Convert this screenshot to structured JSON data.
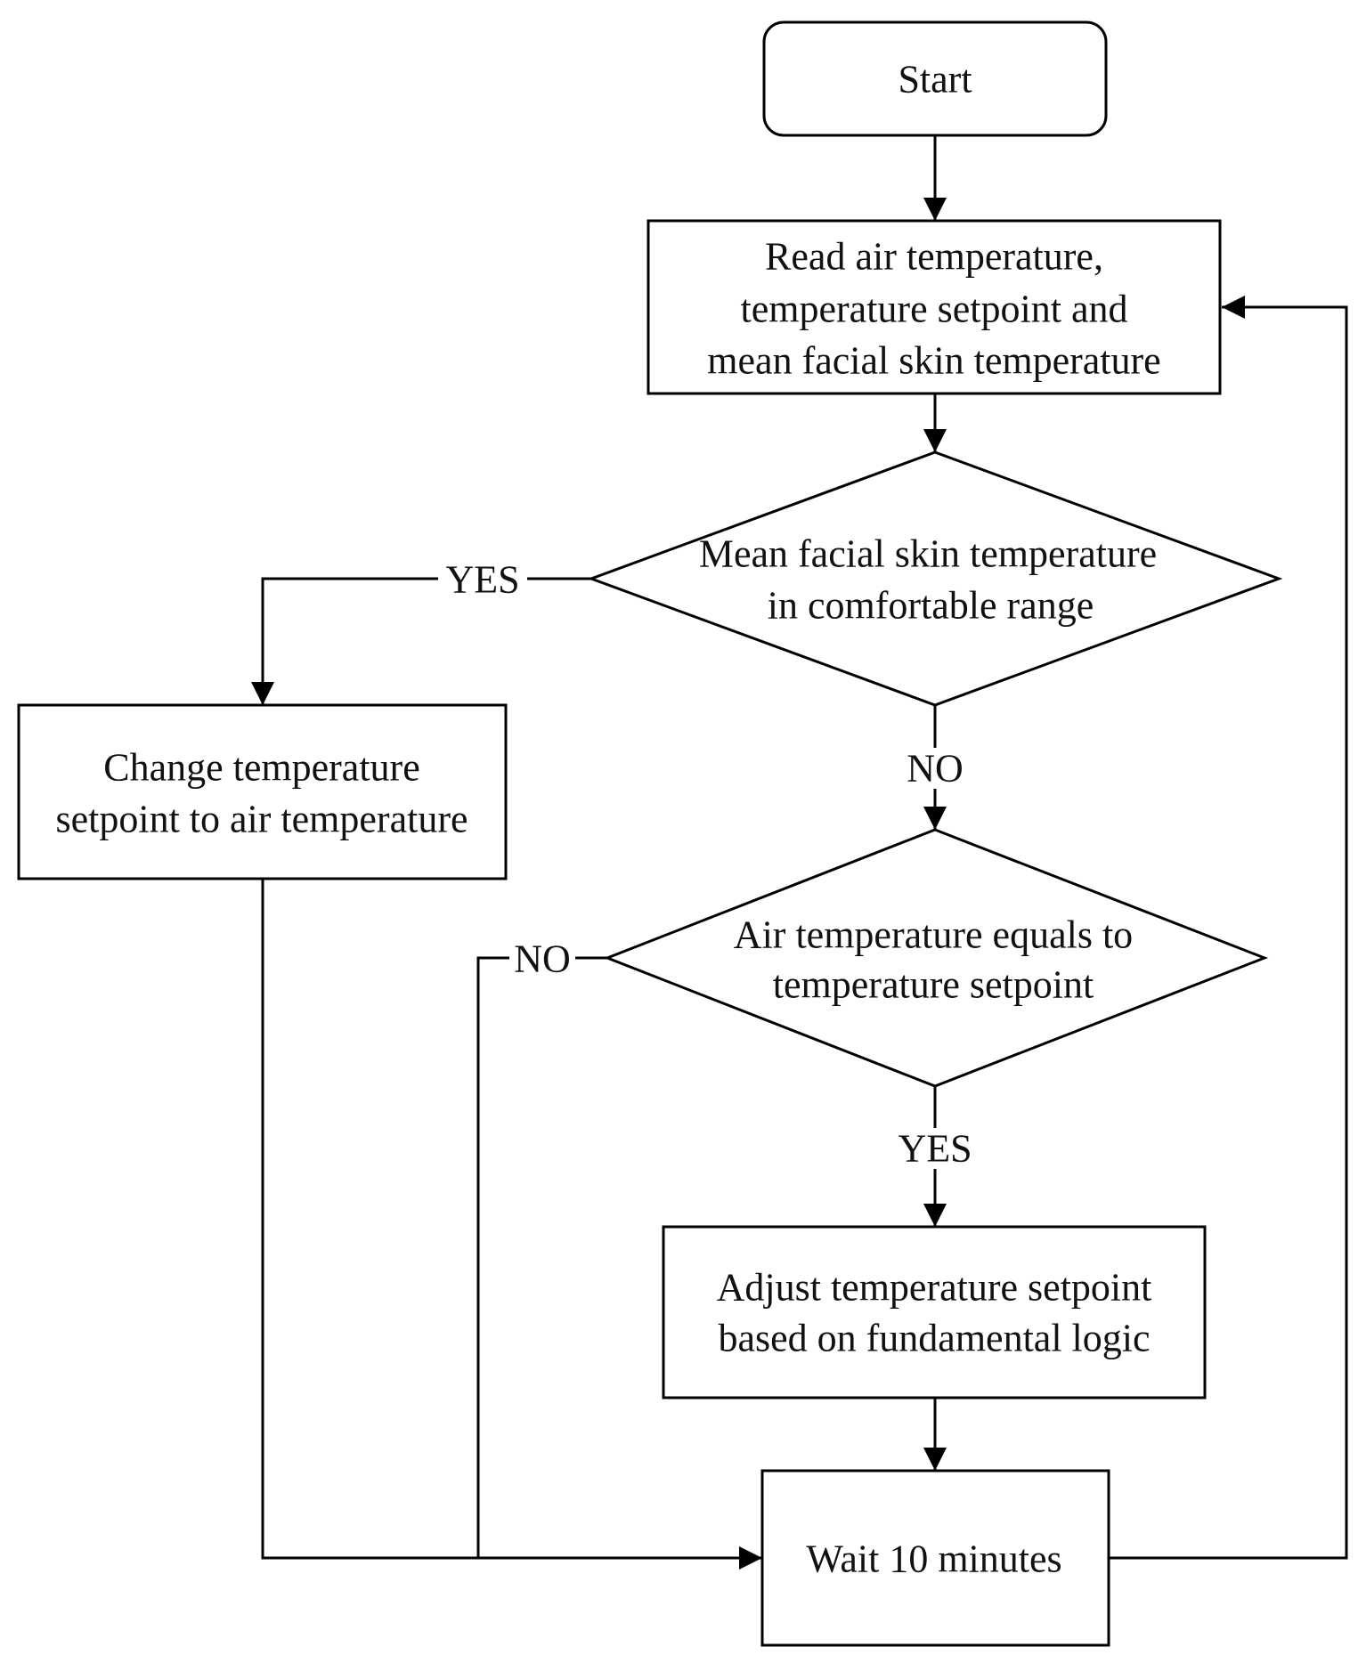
{
  "nodes": {
    "start": {
      "label": "Start"
    },
    "read": {
      "line1": "Read air temperature,",
      "line2": "temperature setpoint and",
      "line3": "mean facial skin temperature"
    },
    "decision_comfort": {
      "line1": "Mean facial skin temperature",
      "line2": "in comfortable range"
    },
    "change": {
      "line1": "Change temperature",
      "line2": "setpoint to air temperature"
    },
    "decision_equal": {
      "line1": "Air temperature equals to",
      "line2": "temperature setpoint"
    },
    "adjust": {
      "line1": "Adjust temperature setpoint",
      "line2": "based on fundamental logic"
    },
    "wait": {
      "label": "Wait 10 minutes"
    }
  },
  "edge_labels": {
    "comfort_yes": "YES",
    "comfort_no": "NO",
    "equal_no": "NO",
    "equal_yes": "YES"
  }
}
